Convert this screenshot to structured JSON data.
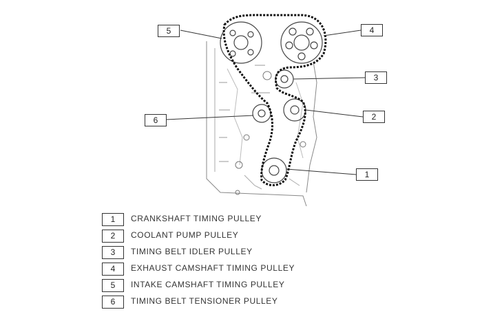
{
  "legend": [
    {
      "number": "1",
      "text": "CRANKSHAFT TIMING PULLEY"
    },
    {
      "number": "2",
      "text": "COOLANT PUMP PULLEY"
    },
    {
      "number": "3",
      "text": "TIMING BELT IDLER PULLEY"
    },
    {
      "number": "4",
      "text": "EXHAUST CAMSHAFT TIMING PULLEY"
    },
    {
      "number": "5",
      "text": "INTAKE CAMSHAFT TIMING PULLEY"
    },
    {
      "number": "6",
      "text": "TIMING BELT TENSIONER PULLEY"
    }
  ],
  "callouts": {
    "c1": "1",
    "c2": "2",
    "c3": "3",
    "c4": "4",
    "c5": "5",
    "c6": "6"
  }
}
